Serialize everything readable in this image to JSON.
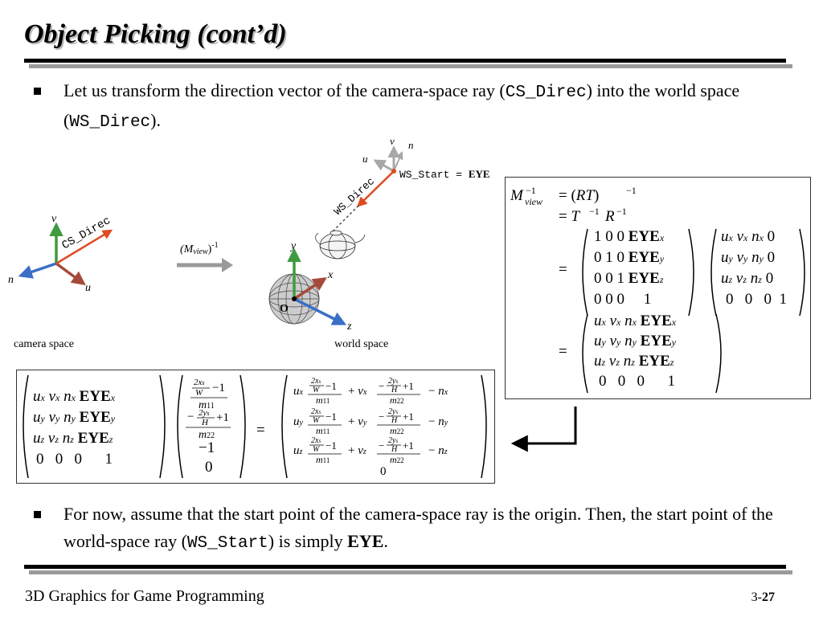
{
  "slide": {
    "title": "Object Picking (cont’d)",
    "bullet1": {
      "t1": "Let us transform the direction vector of the camera-space ray (",
      "c1": "CS_Direc",
      "t2": ") into the world space (",
      "c2": "WS_Direc",
      "t3": ")."
    },
    "bullet2": {
      "t1": "For now, assume that the start point of the camera-space ray is the origin. Then, the start point of the world-space ray (",
      "c1": "WS_Start",
      "t2": ") is simply ",
      "b1": "EYE",
      "t3": "."
    }
  },
  "figure": {
    "camera_caption": "camera space",
    "world_caption": "world space",
    "camera_axes": {
      "v": "v",
      "u": "u",
      "n": "n",
      "ray": "CS_Direc"
    },
    "world_axes": {
      "y": "y",
      "x": "x",
      "z": "z",
      "origin": "O"
    },
    "world_camera_axes": {
      "v": "v",
      "n": "n",
      "u": "u"
    },
    "ws_start": "WS_Start = ",
    "ws_start_bold": "EYE",
    "ws_direc": "WS_Direc",
    "transform_label": "(M",
    "transform_sub": "view",
    "transform_sup": "-1",
    "colors": {
      "red": "#e04a21",
      "blue": "#3a6fc6",
      "green": "#3f9b3f",
      "brown": "#a54a3a",
      "gray": "#9a9a9a"
    }
  },
  "footer": {
    "course": "3D Graphics for Game Programming",
    "page_prefix": "3-",
    "page_num": "27"
  }
}
